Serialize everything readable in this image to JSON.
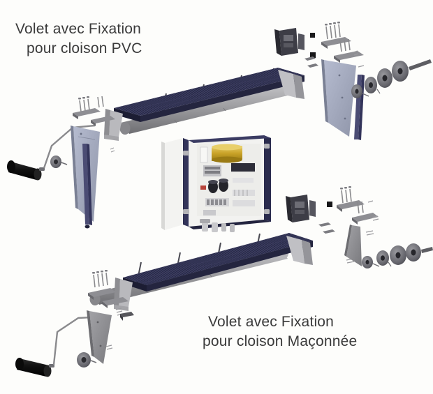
{
  "document": {
    "type": "exploded-assembly-diagram",
    "subject": "Volet roulant - vue éclatée",
    "background_color": "#fdfdfb"
  },
  "labels": {
    "top_title_line1": "Volet avec Fixation",
    "top_title_line2": "pour cloison PVC",
    "bottom_title_line1": "Volet avec Fixation",
    "bottom_title_line2": "pour cloison Maçonnée",
    "title_color": "#3a3a3a"
  },
  "palette": {
    "slat_dark": "#2b2c49",
    "slat_mid": "#34355a",
    "slat_light": "#43446d",
    "slat_edge": "#1c1d33",
    "metal_gray": "#9c9c9f",
    "metal_gray_light": "#c3c3c6",
    "metal_gray_dark": "#77777b",
    "bracket_blue_gray": "#9aa0b4",
    "bracket_solid_gray": "#8d8d90",
    "box_navy": "#2a2b4d",
    "box_white": "#f2f2f0",
    "transformer_gold": "#c9a227",
    "transformer_gold_light": "#e3c75a",
    "black_part": "#141414",
    "hardware_gray": "#6f6f74",
    "line_gray": "#8a8a8d"
  },
  "assemblies": [
    {
      "id": "upper-assembly",
      "name": "Volet avec fixation pour cloison PVC",
      "components": [
        {
          "name": "shutter-curtain-slats",
          "color": "#2b2c49"
        },
        {
          "name": "roller-tube",
          "color": "#9c9c9f"
        },
        {
          "name": "end-bracket-left",
          "color": "#b4b4b8"
        },
        {
          "name": "end-bracket-right",
          "color": "#b4b4b8"
        },
        {
          "name": "side-guide-rail",
          "color": "#9aa0b4"
        },
        {
          "name": "triangular-side-plate",
          "color": "#9aa0b4"
        },
        {
          "name": "crank-handle",
          "color": "#141414"
        },
        {
          "name": "crank-rod",
          "color": "#8a8a8d"
        },
        {
          "name": "pulley-wheel-set",
          "color": "#6f6f74"
        },
        {
          "name": "axle-shaft",
          "color": "#5e5e63"
        },
        {
          "name": "mounting-plates",
          "color": "#7c7c81"
        },
        {
          "name": "screw-set",
          "color": "#8a8a8d"
        },
        {
          "name": "motor-housing",
          "color": "#3d3d46"
        }
      ]
    },
    {
      "id": "lower-assembly",
      "name": "Volet avec fixation pour cloison maçonnée",
      "components": [
        {
          "name": "shutter-curtain-slats",
          "color": "#2b2c49"
        },
        {
          "name": "roller-tube",
          "color": "#9c9c9f"
        },
        {
          "name": "end-bracket-left",
          "color": "#b4b4b8"
        },
        {
          "name": "end-bracket-right",
          "color": "#b4b4b8"
        },
        {
          "name": "triangular-side-plate",
          "color": "#8d8d90"
        },
        {
          "name": "crank-handle",
          "color": "#141414"
        },
        {
          "name": "crank-rod",
          "color": "#8a8a8d"
        },
        {
          "name": "pulley-wheel-set",
          "color": "#6f6f74"
        },
        {
          "name": "axle-shaft",
          "color": "#5e5e63"
        },
        {
          "name": "mounting-plates",
          "color": "#7c7c81"
        },
        {
          "name": "screw-set",
          "color": "#8a8a8d"
        },
        {
          "name": "motor-housing",
          "color": "#3d3d46"
        }
      ]
    },
    {
      "id": "central-control-box",
      "name": "Boîtier de commande électronique",
      "components": [
        {
          "name": "enclosure-door",
          "color": "#f2f2f0"
        },
        {
          "name": "enclosure-body",
          "color": "#2a2b4d"
        },
        {
          "name": "circuit-board",
          "color": "#eeeeec"
        },
        {
          "name": "toroidal-transformer",
          "color": "#c9a227"
        },
        {
          "name": "capacitor-pair",
          "color": "#2a2a2e"
        },
        {
          "name": "relay-block",
          "color": "#bdbdc0"
        },
        {
          "name": "terminal-strip",
          "color": "#d6d6d8"
        },
        {
          "name": "cable-glands",
          "color": "#c9c9cc"
        }
      ]
    }
  ]
}
